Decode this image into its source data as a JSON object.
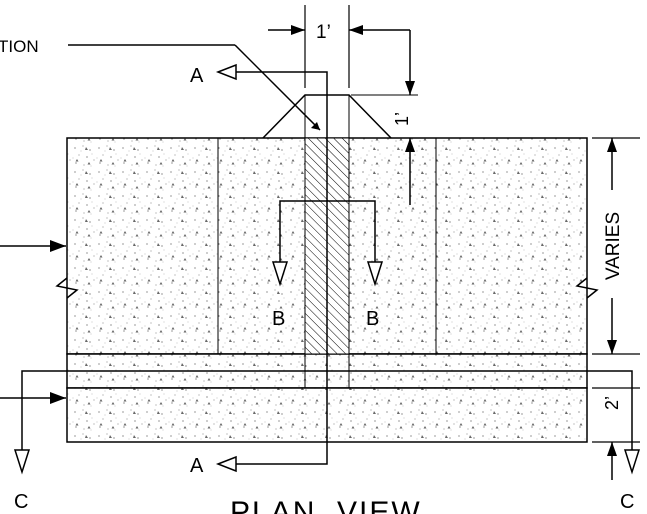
{
  "labels": {
    "callout_partial": "TION",
    "dim_top": "1’",
    "dim_right": "1’",
    "dim_varies": "VARIES",
    "dim_bottom": "2’",
    "section_a": "A",
    "section_b": "B",
    "section_c": "C",
    "view_title": "PLAN  VIEW"
  }
}
